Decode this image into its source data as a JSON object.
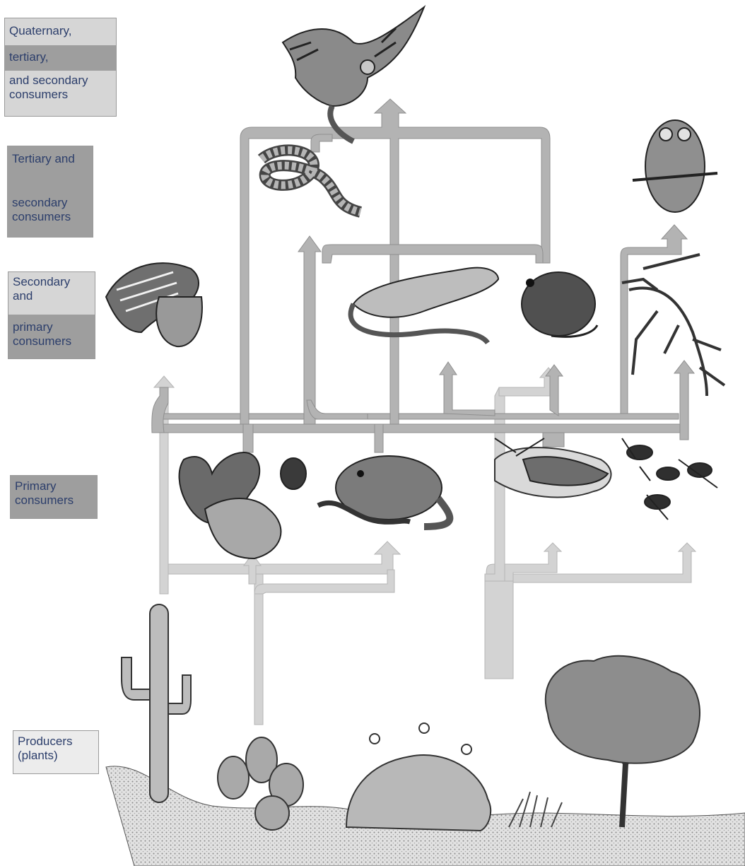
{
  "labels": {
    "quaternary": [
      "Quaternary,",
      "tertiary,",
      "and secondary consumers"
    ],
    "tertiary": [
      "Tertiary and",
      "secondary consumers"
    ],
    "secondary": [
      "Secondary and",
      "primary consumers"
    ],
    "primary": "Primary consumers",
    "producers": "Producers (plants)"
  },
  "organisms": [
    "hawk",
    "rattlesnake",
    "owl",
    "woodpecker",
    "lizard",
    "pocket-mouse",
    "praying-mantis",
    "ground-squirrel",
    "pack-rat",
    "grasshopper",
    "ant",
    "saguaro-cactus",
    "prickly-pear-cactus",
    "flowering-shrub",
    "grass-tuft",
    "mesquite-tree"
  ],
  "colors": {
    "label_light": "#d6d6d6",
    "label_dark": "#9e9e9e",
    "label_text": "#2c3e6b",
    "arrow_producer": "#d3d3d3",
    "arrow_consumer": "#b3b3b3",
    "arrow_upper": "#9c9c9c"
  }
}
